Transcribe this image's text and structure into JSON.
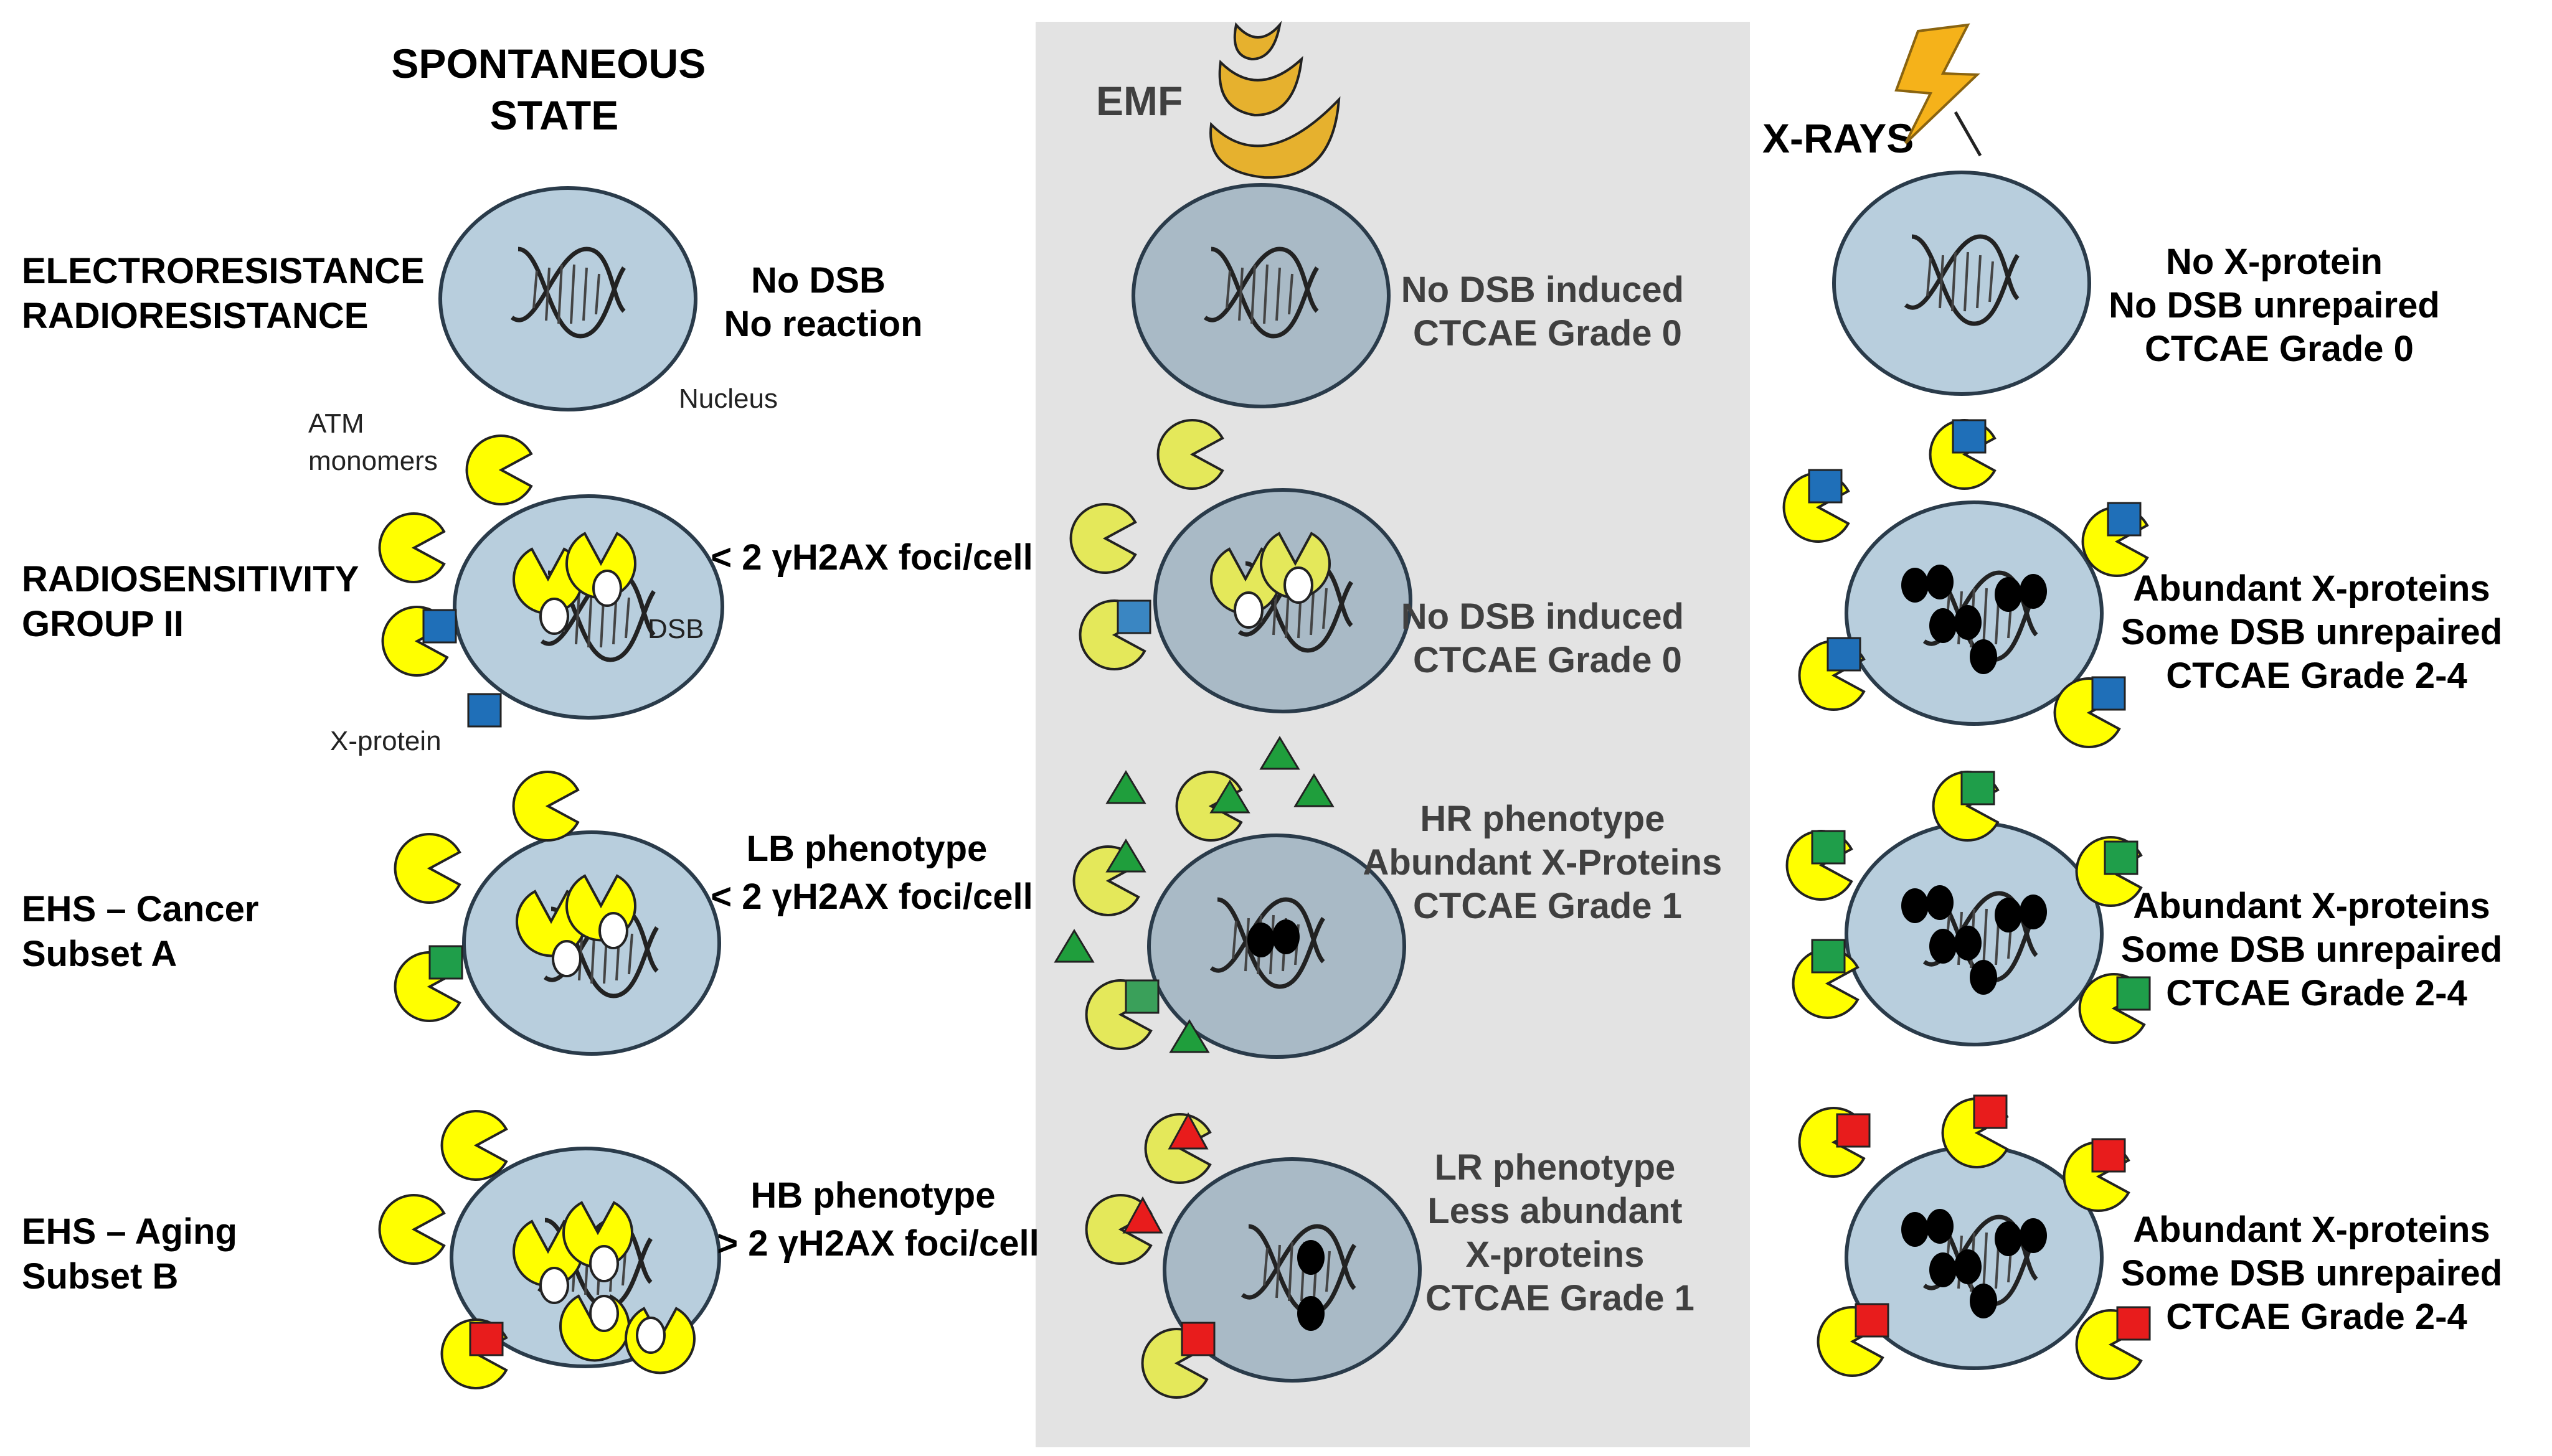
{
  "columns": {
    "spontaneous": "SPONTANEOUS\nSTATE",
    "emf": "EMF",
    "xrays": "X-RAYS"
  },
  "rows": [
    {
      "label": "ELECTRORESISTANCE\nRADIORESISTANCE"
    },
    {
      "label": "RADIOSENSITIVITY\nGROUP II"
    },
    {
      "label": "EHS – Cancer\nSubset A"
    },
    {
      "label": "EHS – Aging\nSubset B"
    }
  ],
  "annotations": {
    "nucleus": "Nucleus",
    "atm": "ATM\nmonomers",
    "dsb": "DSB",
    "xprotein": "X-protein"
  },
  "spontaneous_text": [
    "No DSB\nNo reaction",
    "< 2 γH2AX foci/cell",
    "LB phenotype\n< 2 γH2AX foci/cell",
    "HB phenotype\n> 2 γH2AX foci/cell"
  ],
  "emf_text": [
    "No DSB induced\nCTCAE Grade 0",
    "No DSB induced\nCTCAE Grade 0",
    "HR phenotype\nAbundant X-Proteins\nCTCAE Grade 1",
    "LR phenotype\nLess abundant\nX-proteins\nCTCAE Grade 1"
  ],
  "xray_text": [
    "No X-protein\nNo DSB unrepaired\nCTCAE Grade 0",
    "Abundant X-proteins\nSome DSB unrepaired\nCTCAE Grade 2-4",
    "Abundant X-proteins\nSome DSB unrepaired\nCTCAE Grade 2-4",
    "Abundant X-proteins\nSome DSB unrepaired\nCTCAE Grade 2-4"
  ],
  "colors": {
    "nucleus": "#b8cedd",
    "nucleus_emf": "#a9bac6",
    "panel": "#e3e3e3",
    "atm": "#ffff00",
    "xprotein_blue": "#1f6fb8",
    "xprotein_green": "#1f9e4a",
    "xprotein_red": "#e81c1c",
    "triangle_green": "#1f9e3c",
    "triangle_red": "#e81c1c",
    "emf_wave": "#e6b12e",
    "lightning": "#f5b21a"
  },
  "icons": [
    "dna-icon",
    "atm-monomer-icon",
    "x-protein-icon",
    "emf-wave-icon",
    "lightning-icon",
    "triangle-icon"
  ]
}
